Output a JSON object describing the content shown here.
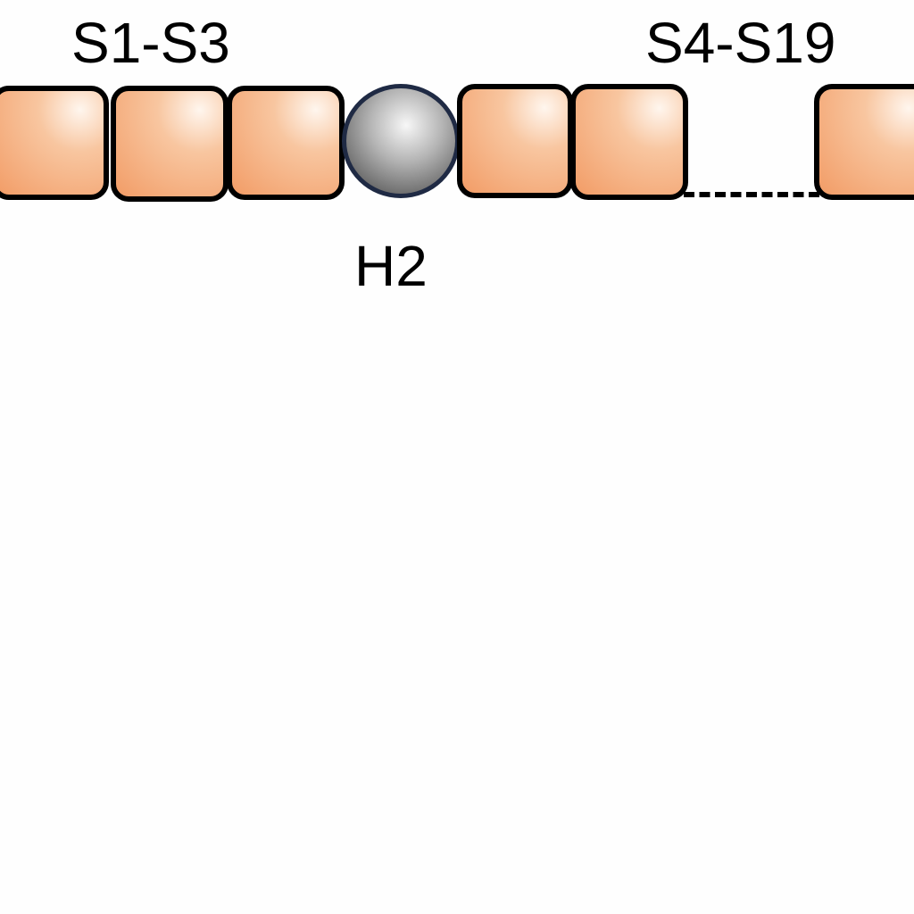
{
  "labels": {
    "group_left": "S1-S3",
    "group_right": "S4-S19",
    "hinge": "H2"
  },
  "colors": {
    "segment_fill": "#f29c66",
    "segment_border": "#000000",
    "hinge_fill": "#8a8a8a",
    "hinge_border": "#1f2a44"
  }
}
